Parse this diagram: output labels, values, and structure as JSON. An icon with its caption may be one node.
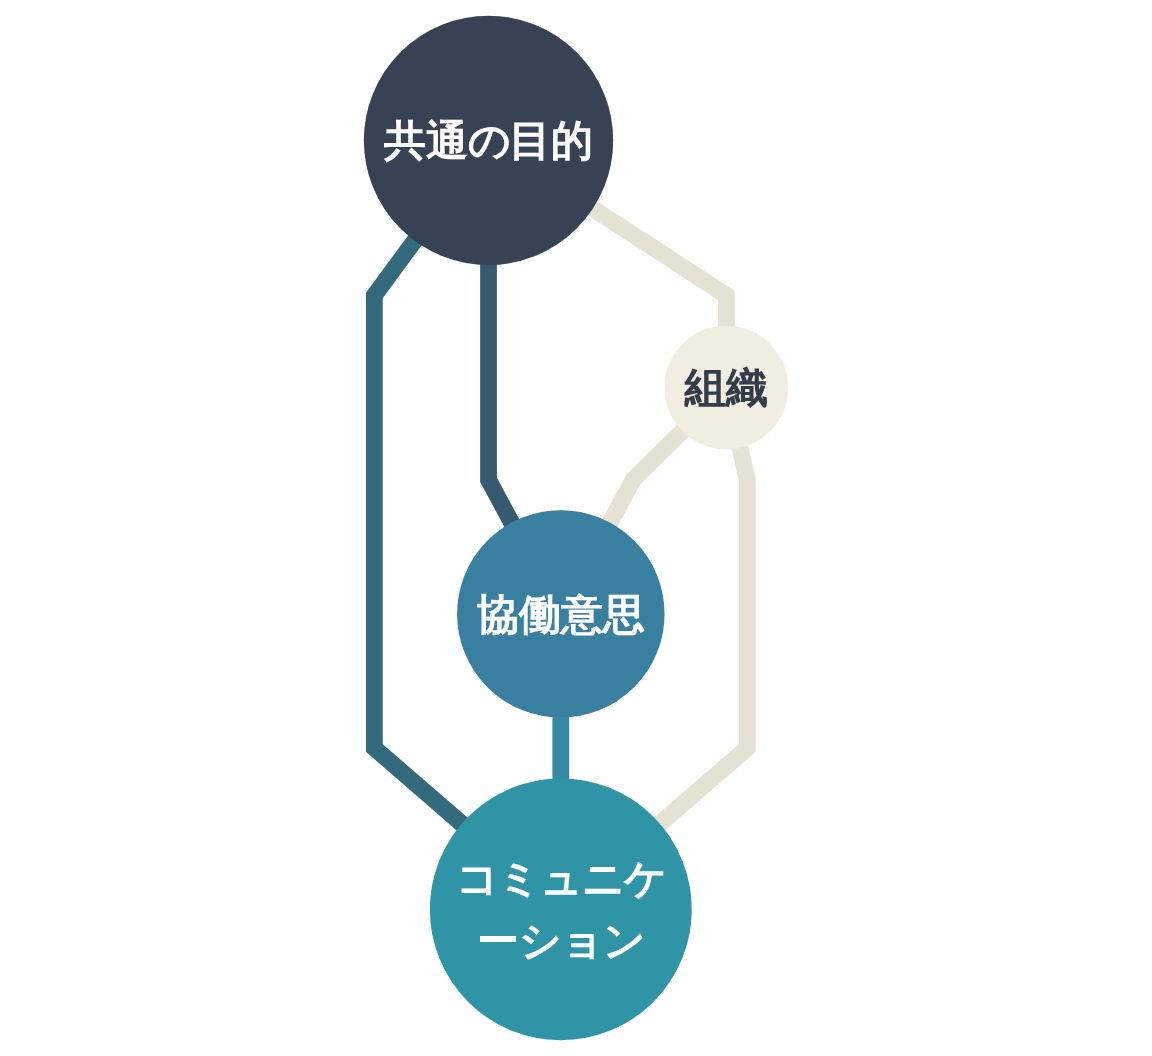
{
  "diagram": {
    "nodes": [
      {
        "text": [
          "共通の目的"
        ]
      },
      {
        "text": [
          "組織"
        ]
      },
      {
        "text": [
          "協働意思"
        ]
      },
      {
        "text": [
          "コミュニケーション"
        ]
      }
    ],
    "edges": [
      {
        "from": 0,
        "to": 2,
        "arrow": "none",
        "color": "#375a70"
      },
      {
        "from": 0,
        "to": 3,
        "arrow": "none",
        "color": "#336b7c"
      },
      {
        "from": 2,
        "to": 3,
        "arrow": "none",
        "color": "#348ba3"
      },
      {
        "from": 0,
        "to": 1,
        "arrow": "none",
        "color": "#e5e1d3"
      },
      {
        "from": 1,
        "to": 2,
        "arrow": "none",
        "color": "#e5e1d3"
      },
      {
        "from": 1,
        "to": 3,
        "arrow": "none",
        "color": "#e5e1d3"
      }
    ]
  }
}
